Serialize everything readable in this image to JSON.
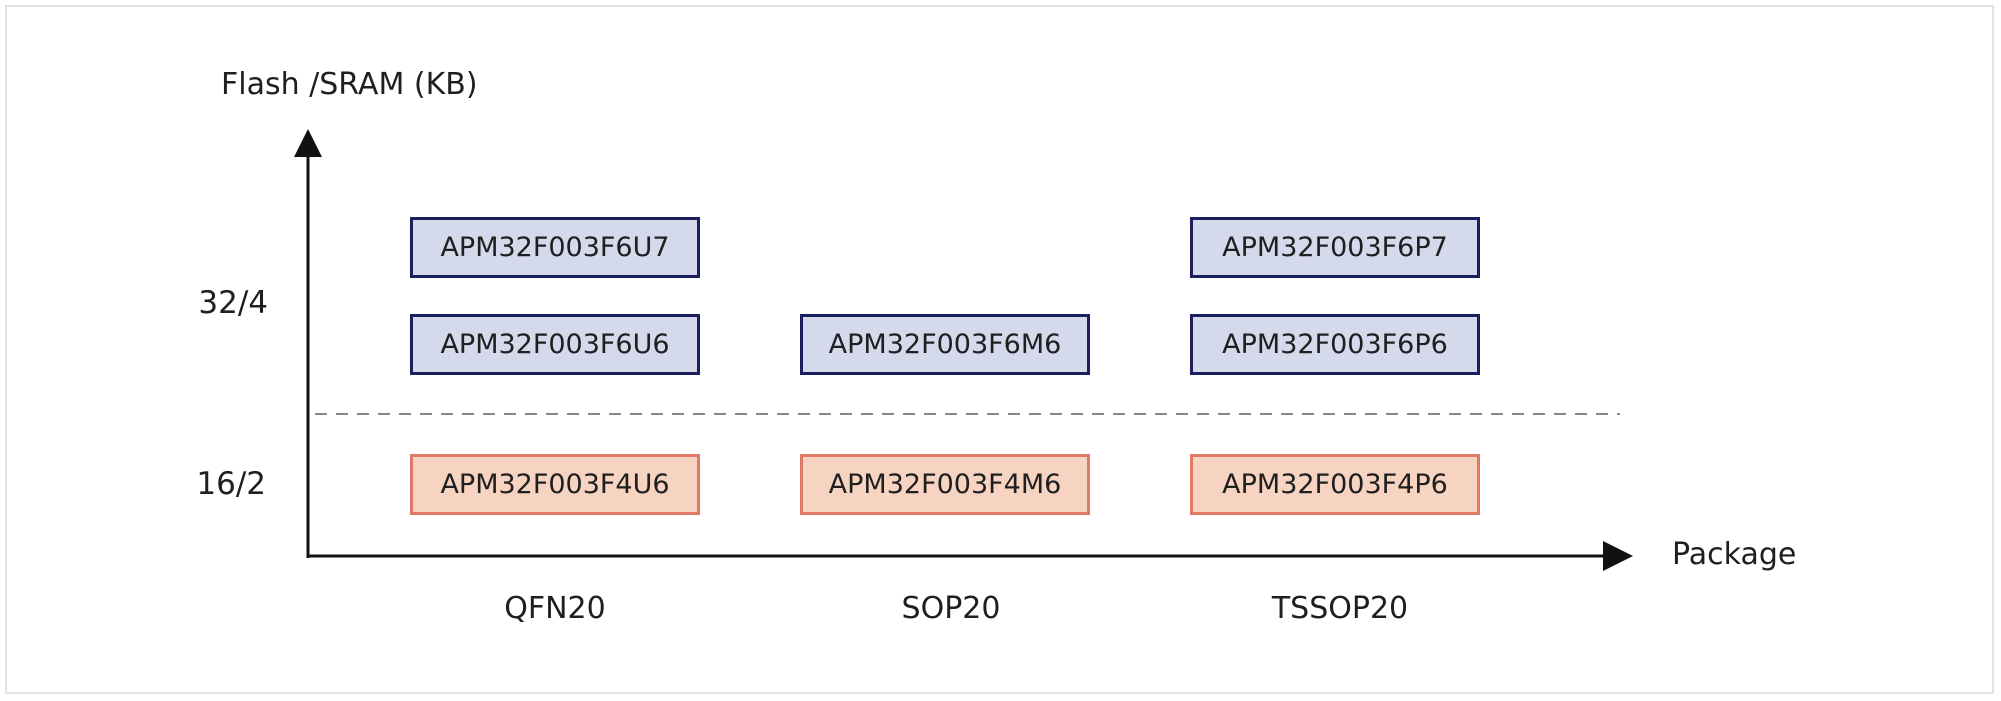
{
  "y_axis_title": "Flash /SRAM (KB)",
  "x_axis_title": "Package",
  "y_levels": [
    "32/4",
    "16/2"
  ],
  "packages": [
    "QFN20",
    "SOP20",
    "TSSOP20"
  ],
  "parts": {
    "qfn20": [
      "APM32F003F6U7",
      "APM32F003F6U6",
      "APM32F003F4U6"
    ],
    "sop20": [
      "APM32F003F6M6",
      "APM32F003F4M6"
    ],
    "tssop20": [
      "APM32F003F6P7",
      "APM32F003F6P6",
      "APM32F003F4P6"
    ]
  },
  "colors": {
    "flash32_fill": "#d4d9ec",
    "flash32_border": "#1b1f5e",
    "flash16_fill": "#f6d4c1",
    "flash16_border": "#e07a66",
    "axis": "#111111",
    "divider": "#888888"
  }
}
